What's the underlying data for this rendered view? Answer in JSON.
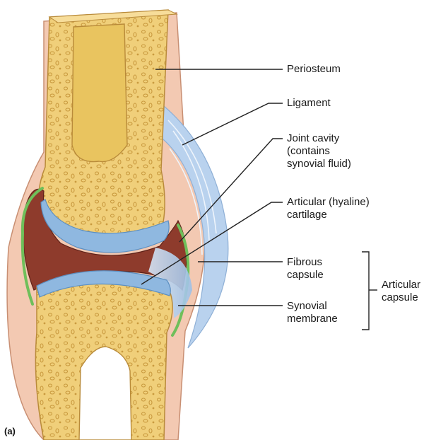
{
  "figure_tag": "(a)",
  "labels": {
    "periosteum": "Periosteum",
    "ligament": "Ligament",
    "joint_cavity": [
      "Joint cavity",
      "(contains",
      "synovial fluid)"
    ],
    "articular_cartilage": [
      "Articular (hyaline)",
      "cartilage"
    ],
    "fibrous_capsule": [
      "Fibrous",
      "capsule"
    ],
    "synovial_membrane": [
      "Synovial",
      "membrane"
    ],
    "articular_capsule": [
      "Articular",
      "capsule"
    ]
  },
  "colors": {
    "bone": "#f0cf7a",
    "bone_dark": "#c99a3f",
    "periosteum": "#f3c9b2",
    "cartilage": "#8fb8e0",
    "synovial_membrane": "#6fbf5a",
    "cavity": "#8e3b2c",
    "ligament": "#b9d2ee",
    "leader": "#222222"
  }
}
